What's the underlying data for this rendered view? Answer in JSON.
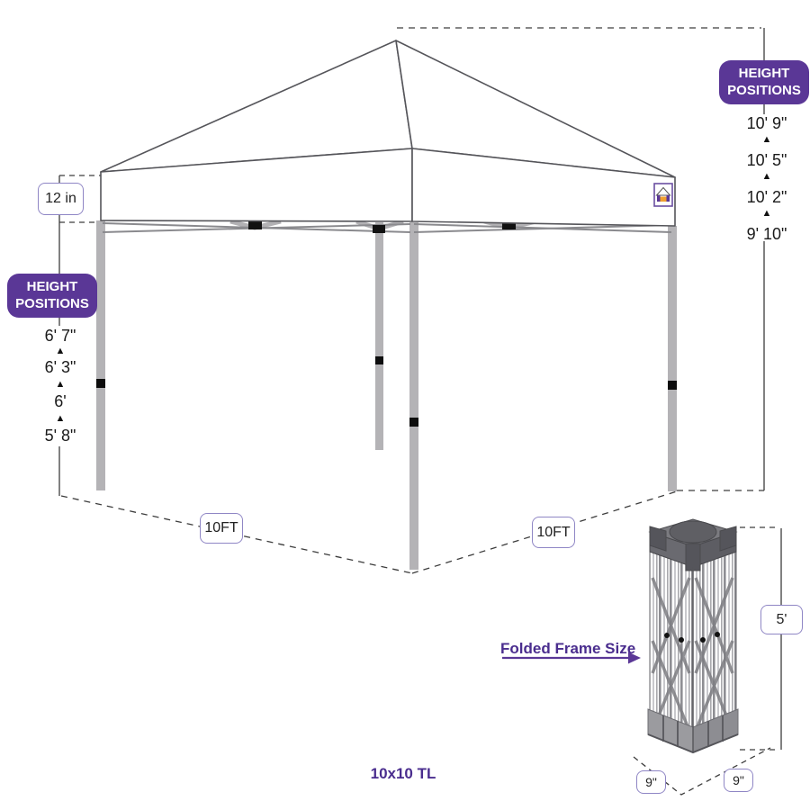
{
  "title": "10x10 TL",
  "glyphs": {
    "up_triangle": "▲"
  },
  "colors": {
    "accent_purple": "#5a3796",
    "label_text_purple": "#4a2d8e",
    "box_border_purple": "#8f86c5",
    "leg_gray": "#b4b3b6",
    "line_gray": "#444444"
  },
  "labels": {
    "valance_height": "12 in",
    "bay_width_left": "10FT",
    "bay_width_right": "10FT",
    "folded_frame": "Folded Frame Size",
    "folded_height": "5'",
    "folded_depth": "9\"",
    "folded_width": "9\""
  },
  "leg_height_positions": {
    "badge_line1": "HEIGHT",
    "badge_line2": "POSITIONS",
    "values": [
      "6' 7\"",
      "6' 3\"",
      "6'",
      "5' 8\""
    ]
  },
  "peak_height_positions": {
    "badge_line1": "HEIGHT",
    "badge_line2": "POSITIONS",
    "values": [
      "10' 9\"",
      "10' 5\"",
      "10' 2\"",
      "9' 10\""
    ]
  },
  "icons": {
    "canopy_logo": "canopy-brand-logo"
  }
}
